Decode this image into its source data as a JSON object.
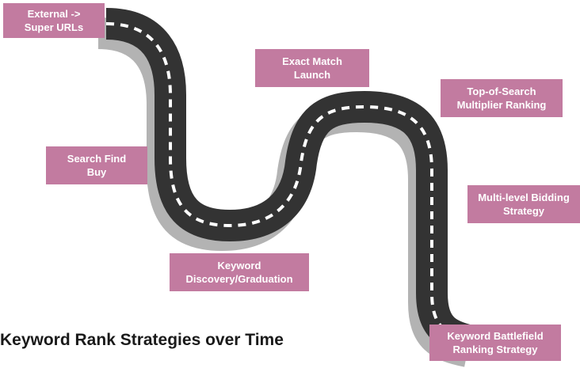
{
  "colors": {
    "label_bg": "#c27ba0",
    "road": "#333333",
    "road_shadow": "#b3b3b3",
    "lane_marking": "#ffffff",
    "label_text": "#ffffff",
    "title_text": "#1a1a1a"
  },
  "title": "Keyword Rank Strategies over Time",
  "stages": [
    {
      "id": "external",
      "text": "External ->\nSuper URLs"
    },
    {
      "id": "search",
      "text": "Search Find\nBuy"
    },
    {
      "id": "exact",
      "text": "Exact Match\nLaunch"
    },
    {
      "id": "discovery",
      "text": "Keyword\nDiscovery/Graduation"
    },
    {
      "id": "top",
      "text": "Top-of-Search\nMultiplier Ranking"
    },
    {
      "id": "multilevel",
      "text": "Multi-level Bidding\nStrategy"
    },
    {
      "id": "battlefield",
      "text": "Keyword Battlefield\nRanking Strategy"
    }
  ]
}
